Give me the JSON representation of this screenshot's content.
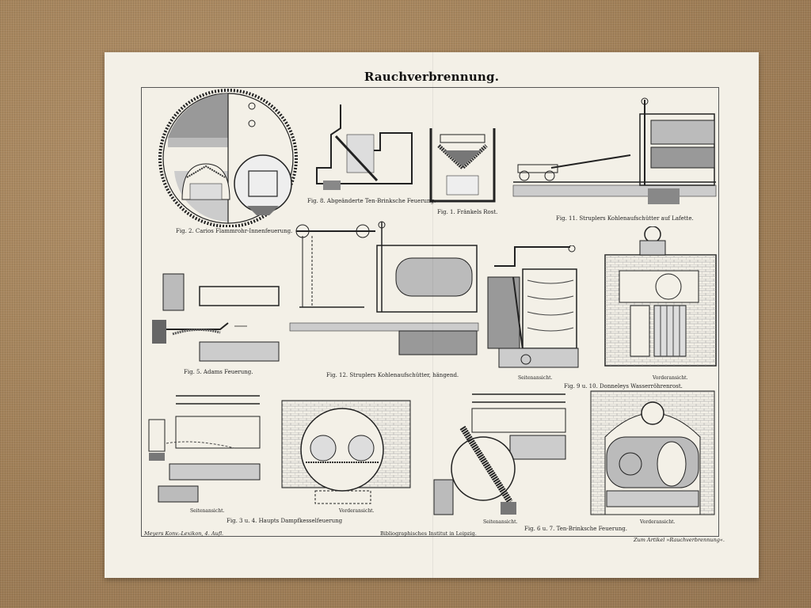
{
  "title": "Rauchverbrennung.",
  "captions": {
    "fig2": "Fig. 2. Carios Flammrohr-Innenfeuerung.",
    "fig8": "Fig. 8. Abgeänderte Ten-Brinksche Feuerung.",
    "fig1": "Fig. 1. Fränkels Rost.",
    "fig11": "Fig. 11. Struplers Kohlenaufschütter auf Lafette.",
    "fig5": "Fig. 5. Adams Feuerung.",
    "fig12": "Fig. 12. Struplers Kohlenaufschütter, hängend.",
    "fig9_10": "Fig. 9 u. 10. Donneleys Wasserröhrenrost.",
    "fig3_4": "Fig. 3 u. 4. Haupts Dampfkesselfeuerung",
    "fig6_7": "Fig. 6 u. 7. Ten-Brinksche Feuerung."
  },
  "subcaptions": {
    "seitenansicht": "Seitenansicht.",
    "vorderansicht": "Vorderansicht."
  },
  "footer": {
    "left": "Meyers Konv.-Lexikon, 4. Aufl.",
    "center": "Bibliographisches Institut in Leipzig.",
    "right": "Zum Artikel »Rauchverbrennung«."
  }
}
